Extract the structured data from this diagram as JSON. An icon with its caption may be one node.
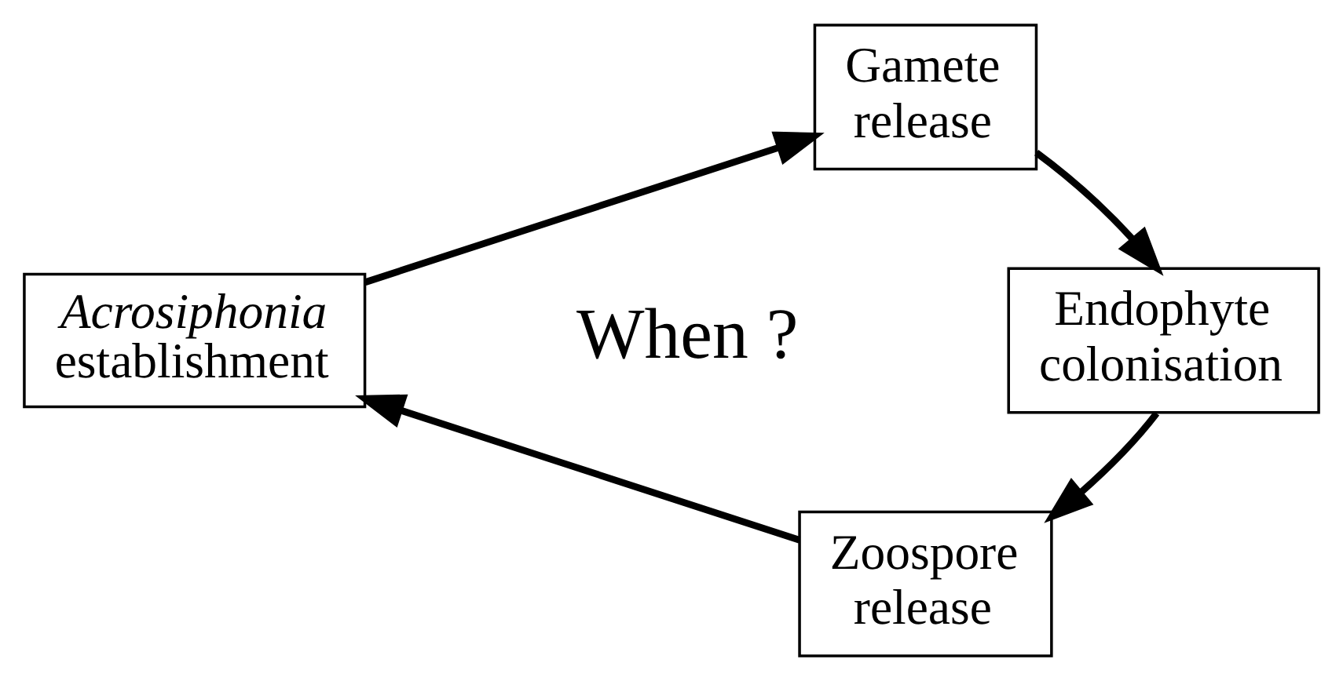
{
  "diagram": {
    "nodes": [
      {
        "text": [
          "Gamete release"
        ]
      },
      {
        "text": [
          "Endophyte colonisation"
        ]
      },
      {
        "text": [
          "Zoospore release"
        ]
      },
      {
        "text": [
          "*Acrosiphonia* establishment"
        ]
      }
    ],
    "edges": [
      {
        "from": 3,
        "to": 0,
        "arrow": "to"
      },
      {
        "from": 0,
        "to": 1,
        "arrow": "to"
      },
      {
        "from": 1,
        "to": 2,
        "arrow": "to"
      },
      {
        "from": 2,
        "to": 3,
        "arrow": "to"
      }
    ],
    "labels": [
      "When ?"
    ]
  }
}
